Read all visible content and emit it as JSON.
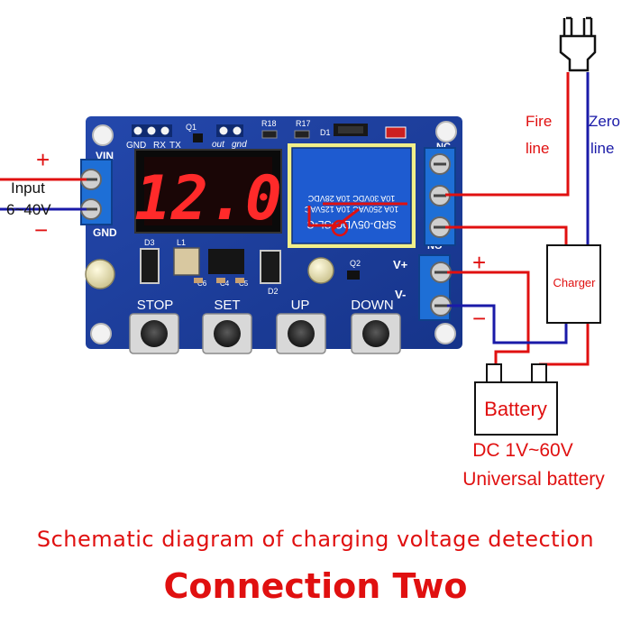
{
  "labels": {
    "input_plus": "+",
    "input_minus": "−",
    "input": "Input",
    "input_range": "6~40V",
    "vin": "VIN",
    "gnd": "GND",
    "header_gnd": "GND",
    "header_rx": "RX",
    "header_tx": "TX",
    "q1": "Q1",
    "out": "out",
    "gnd_small": "gnd",
    "r18": "R18",
    "r17": "R17",
    "d1": "D1",
    "d3": "D3",
    "l1": "L1",
    "d2": "D2",
    "q2": "Q2",
    "c6": "C6",
    "c4": "C4",
    "c5": "C5",
    "nc": "NC",
    "no": "NO",
    "vplus": "V+",
    "vminus": "V-",
    "display": "12.0",
    "relay_line1": "SRD-05VDC-SL-C",
    "relay_line2": "10A 250VAC  10A 125VAC",
    "relay_line3": "10A 30VDC  10A 28VDC",
    "btn_stop": "STOP",
    "btn_set": "SET",
    "btn_up": "UP",
    "btn_down": "DOWN",
    "fire_line_1": "Fire",
    "fire_line_2": "line",
    "zero_line_1": "Zero",
    "zero_line_2": "line",
    "charger": "Charger",
    "batt_plus": "+",
    "batt_minus": "−",
    "battery": "Battery",
    "battery_dc": "DC 1V~60V",
    "battery_universal": "Universal battery"
  },
  "captions": {
    "line1": "Schematic diagram of charging voltage detection",
    "line2": "Connection Two"
  },
  "colors": {
    "wire_red": "#e01010",
    "wire_blue": "#1a1aa8",
    "pcb_blue": "#1c3fa0",
    "terminal_blue": "#1e6fd6",
    "display_red": "#ff2a2a",
    "highlight_yellow": "#f2f08a"
  }
}
